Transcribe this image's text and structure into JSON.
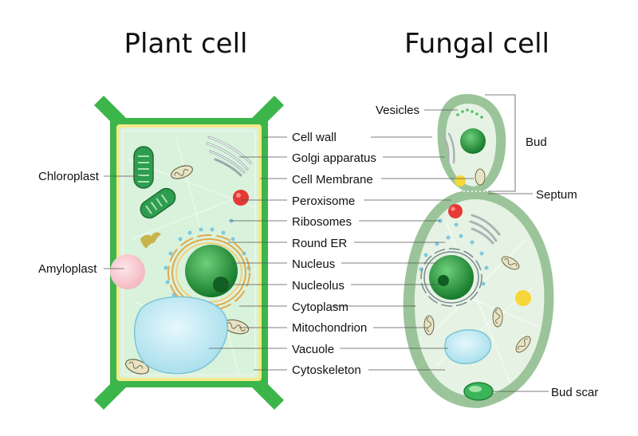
{
  "titles": {
    "plant": "Plant cell",
    "fungal": "Fungal cell"
  },
  "labels": {
    "chloroplast": "Chloroplast",
    "amyloplast": "Amyloplast",
    "cell_wall": "Cell wall",
    "golgi": "Golgi apparatus",
    "cell_membrane": "Cell Membrane",
    "peroxisome": "Peroxisome",
    "ribosomes": "Ribosomes",
    "round_er": "Round ER",
    "nucleus": "Nucleus",
    "nucleolus": "Nucleolus",
    "cytoplasm": "Cytoplasm",
    "mitochondrion": "Mitochondrion",
    "vacuole": "Vacuole",
    "cytoskeleton": "Cytoskeleton",
    "vesicles": "Vesicles",
    "bud": "Bud",
    "septum": "Septum",
    "bud_scar": "Bud scar"
  },
  "colors": {
    "wall": "#3cb54a",
    "cytoplasm": "#d9f2dc",
    "nucleus": "#1f9a3a",
    "peroxisome": "#e53935",
    "vacuole": "#c9ecf5",
    "fungal_wall": "#9cc49a"
  }
}
